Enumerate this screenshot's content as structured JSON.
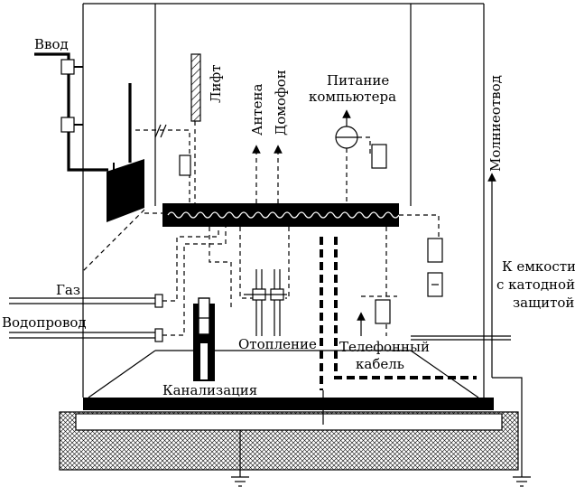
{
  "labels": {
    "vvod": "Ввод",
    "lift": "Лифт",
    "antena": "Антена",
    "domofon": "Домофон",
    "pitanie_line1": "Питание",
    "pitanie_line2": "компьютера",
    "molnieotvod": "Молниеотвод",
    "gaz": "Газ",
    "vodoprovod": "Водопровод",
    "otoplenie": "Отопление",
    "kanalizatsiya": "Канализация",
    "telefonny_line1": "Телефонный",
    "telefonny_line2": "кабель",
    "emkost_line1": "К емкости",
    "emkost_line2": "с катодной",
    "emkost_line3": "защитой"
  }
}
